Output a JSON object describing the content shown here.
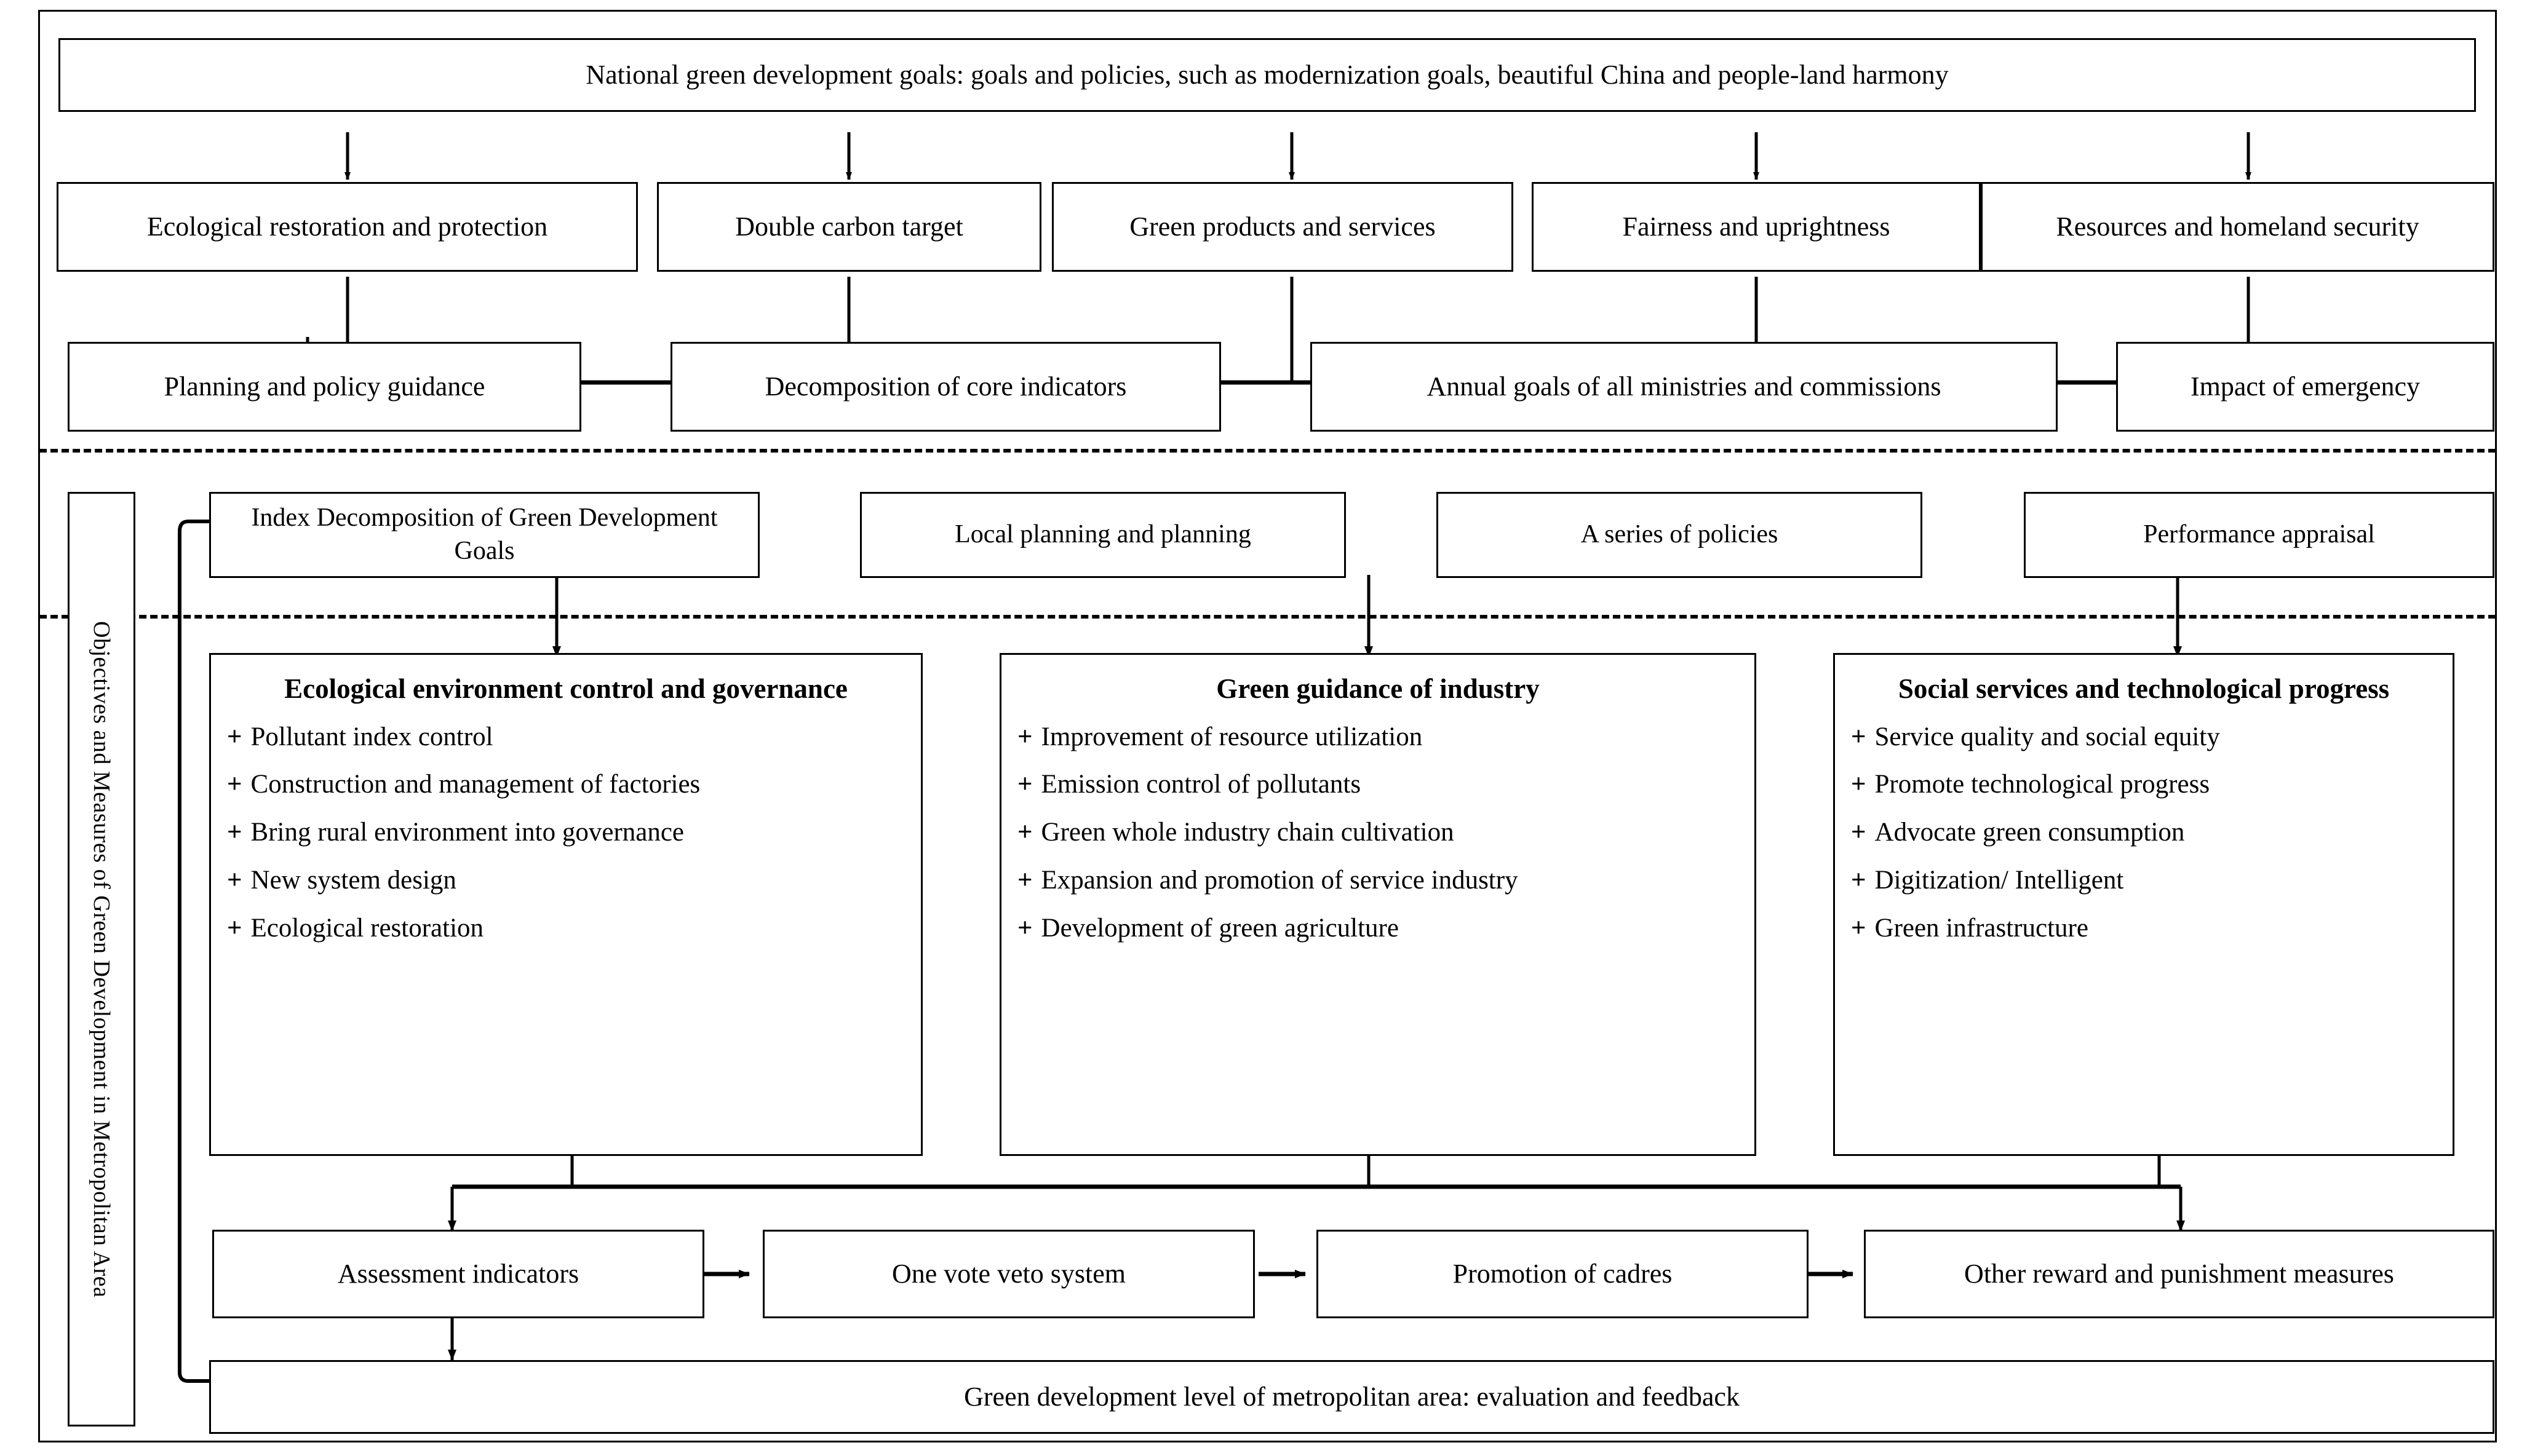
{
  "figure": {
    "side_label": "Objectives and Measures of Green Development in Metropolitan Area",
    "top_banner": "National green development goals: goals and policies, such as modernization goals, beautiful China and people-land harmony",
    "bottom_banner": "Green development level of metropolitan area: evaluation and feedback"
  },
  "goal_row": [
    {
      "label": "Ecological restoration and protection"
    },
    {
      "label": "Double carbon target"
    },
    {
      "label": "Green products and services"
    },
    {
      "label": "Fairness and uprightness"
    },
    {
      "label": "Resources and homeland security"
    }
  ],
  "instrument_row": [
    {
      "label": "Planning and policy guidance"
    },
    {
      "label": "Decomposition of core indicators"
    },
    {
      "label": "Annual goals of all ministries and commissions"
    },
    {
      "label": "Impact of emergency"
    }
  ],
  "local_row": [
    {
      "label": "Index Decomposition of Green Development Goals"
    },
    {
      "label": "Local planning and planning"
    },
    {
      "label": "A series of policies"
    },
    {
      "label": "Performance appraisal"
    }
  ],
  "panels": [
    {
      "title": "Ecological environment control and governance",
      "bullet": "+",
      "items": [
        "Pollutant index control",
        "Construction and management of factories",
        "Bring rural environment into governance",
        "New system design",
        "Ecological restoration"
      ]
    },
    {
      "title": "Green guidance of industry",
      "bullet": "+",
      "items": [
        "Improvement of resource utilization",
        "Emission control of pollutants",
        "Green whole industry chain cultivation",
        "Expansion and promotion of service industry",
        "Development of green agriculture"
      ]
    },
    {
      "title": "Social services and technological progress",
      "bullet": "+",
      "items": [
        "Service quality and social equity",
        "Promote technological progress",
        "Advocate green consumption",
        "Digitization/ Intelligent",
        "Green infrastructure"
      ]
    }
  ],
  "assessment_row": [
    {
      "label": "Assessment indicators"
    },
    {
      "label": "One vote veto system"
    },
    {
      "label": "Promotion of cadres"
    },
    {
      "label": "Other reward and punishment measures"
    }
  ],
  "colors": {
    "line": "#000000",
    "background": "#ffffff"
  }
}
